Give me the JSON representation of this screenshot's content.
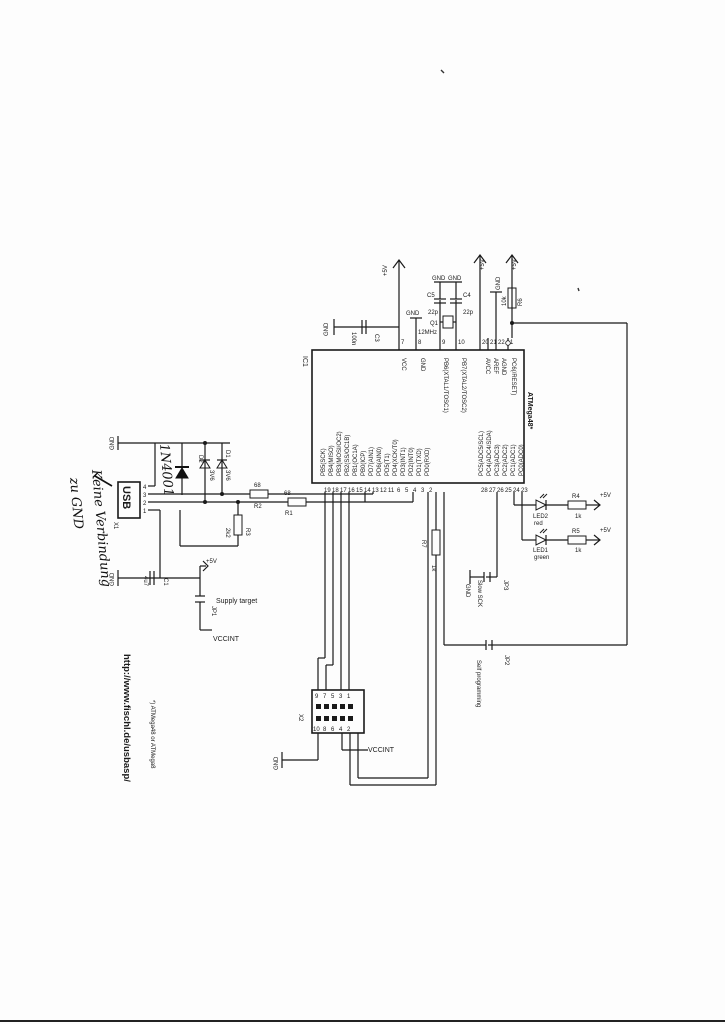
{
  "ic": {
    "name": "IC1",
    "part": "ATMega48*",
    "pins_right": [
      "PC6(/RESET)",
      "AGND",
      "AREF",
      "AVCC",
      "PB7(XTAL2/TOSC2)",
      "PB6(XTAL1/TOSC1)",
      "GND",
      "VCC"
    ],
    "pins_right_num": [
      "1",
      "22",
      "21",
      "20",
      "10",
      "9",
      "8",
      "7"
    ],
    "pins_left": [
      "PB5(SCK)",
      "PB4(MISO)",
      "PB3(MOSI/OC2)",
      "PB2(SS/OC1B)",
      "PB1(OC1A)",
      "PB0(ICP)",
      "PD7(AIN1)",
      "PD6(AIN0)",
      "PD5(T1)",
      "PD4(XCK/T0)",
      "PD3(INT1)",
      "PD2(INT0)",
      "PD1(TXD)",
      "PD0(RXD)"
    ],
    "pins_left_num": [
      "19",
      "18",
      "17",
      "16",
      "15",
      "14",
      "13",
      "12",
      "11",
      "6",
      "5",
      "4",
      "3",
      "2"
    ],
    "pins_bottom": [
      "PC5(ADC5/SCL)",
      "PC4(ADC4/SDA)",
      "PC3(ADC3)",
      "PC2(ADC2)",
      "PC1(ADC1)",
      "PC0(ADC0)"
    ],
    "pins_bottom_num": [
      "28",
      "27",
      "26",
      "25",
      "24",
      "23"
    ]
  },
  "power": {
    "vcc": "+5V",
    "gnd": "GND",
    "vccint": "VCCINT"
  },
  "components": {
    "C3": {
      "name": "C3",
      "value": "100n"
    },
    "C5": {
      "name": "C5",
      "value": "22p"
    },
    "C4": {
      "name": "C4",
      "value": "22p"
    },
    "Q1": {
      "name": "Q1",
      "value": "12MHz"
    },
    "R6": {
      "name": "R6",
      "value": "10k"
    },
    "R4": {
      "name": "R4",
      "value": "1k"
    },
    "R5": {
      "name": "R5",
      "value": "1k"
    },
    "LED2": {
      "name": "LED2",
      "value": "red"
    },
    "LED1": {
      "name": "LED1",
      "value": "green"
    },
    "R7": {
      "name": "R7",
      "value": "1k"
    },
    "R2": {
      "name": "R2",
      "value": "68"
    },
    "R1": {
      "name": "R1",
      "value": "68"
    },
    "R3": {
      "name": "R3",
      "value": "2k2"
    },
    "D1": {
      "name": "D1",
      "value": "3V6"
    },
    "D2": {
      "name": "D2",
      "value": "3V6"
    },
    "C1": {
      "name": "C1",
      "value": "4u7"
    },
    "X1": {
      "name": "X1",
      "value": "USB"
    },
    "X2": {
      "name": "X2"
    },
    "JP1": {
      "name": "JP1",
      "label": "Supply target"
    },
    "JP2": {
      "name": "JP2",
      "label": "Self programming"
    },
    "JP3": {
      "name": "JP3",
      "label": "Slow SCK"
    }
  },
  "usb_pins": [
    "4",
    "3",
    "2",
    "1"
  ],
  "x2_pins_top": [
    "9",
    "7",
    "5",
    "3",
    "1"
  ],
  "x2_pins_bottom": [
    "10",
    "8",
    "6",
    "4",
    "2"
  ],
  "url": "http://www.fischl.de/usbasp/",
  "footnote": "*) ATMega48 or ATMega8",
  "handwritten": {
    "part": "1N4001",
    "note1": "Keine Verbindung",
    "note2": "zu GND"
  }
}
